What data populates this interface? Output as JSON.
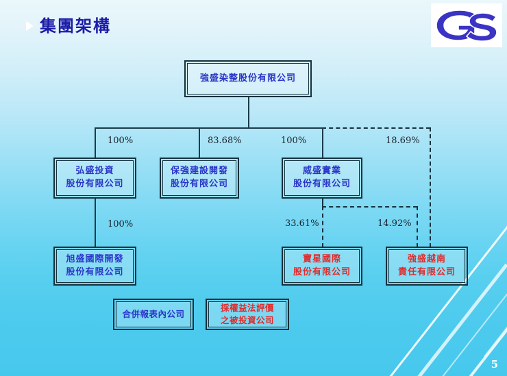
{
  "slide": {
    "title": "集團架構",
    "page_number": "5",
    "bullet_icon": "triangle-right-icon",
    "logo_icon": "gs-monogram-logo",
    "colors": {
      "title": "#1c1ca8",
      "node_blue_text": "#2a35c8",
      "node_red_text": "#e02c2c",
      "line": "#14313d",
      "background_top": "#eaf7fb",
      "background_bottom": "#46c8ed",
      "logo_mark": "#3b33c4"
    }
  },
  "nodes": {
    "parent": {
      "line1": "強盛染整股份有限公司",
      "line2": "",
      "color": "blue"
    },
    "hongsheng": {
      "line1": "弘盛投資",
      "line2": "股份有限公司",
      "color": "blue"
    },
    "baoqiang": {
      "line1": "保強建設開發",
      "line2": "股份有限公司",
      "color": "blue"
    },
    "weisheng": {
      "line1": "威盛實業",
      "line2": "股份有限公司",
      "color": "blue"
    },
    "xusheng": {
      "line1": "旭盛國際開發",
      "line2": "股份有限公司",
      "color": "blue"
    },
    "baoxing": {
      "line1": "寶星國際",
      "line2": "股份有限公司",
      "color": "red"
    },
    "qiangsheng_vn": {
      "line1": "強盛越南",
      "line2": "責任有限公司",
      "color": "red"
    }
  },
  "legend": {
    "consolidated": {
      "line1": "合併報表內公司",
      "line2": "",
      "color": "blue"
    },
    "equity_method": {
      "line1": "採權益法評價",
      "line2": "之被投資公司",
      "color": "red"
    }
  },
  "percentages": {
    "hongsheng": "100%",
    "baoqiang": "83.68%",
    "weisheng": "100%",
    "qiangsheng_vn_from_parent": "18.69%",
    "xusheng": "100%",
    "baoxing": "33.61%",
    "qiangsheng_vn_from_weisheng": "14.92%"
  },
  "chart_data": {
    "type": "diagram",
    "title": "集團架構",
    "diagram_kind": "organization-ownership-chart",
    "edges": [
      {
        "from": "強盛染整股份有限公司",
        "to": "弘盛投資股份有限公司",
        "ownership": "100%",
        "style": "solid"
      },
      {
        "from": "強盛染整股份有限公司",
        "to": "保強建設開發股份有限公司",
        "ownership": "83.68%",
        "style": "solid"
      },
      {
        "from": "強盛染整股份有限公司",
        "to": "威盛實業股份有限公司",
        "ownership": "100%",
        "style": "solid"
      },
      {
        "from": "強盛染整股份有限公司",
        "to": "強盛越南責任有限公司",
        "ownership": "18.69%",
        "style": "dashed"
      },
      {
        "from": "弘盛投資股份有限公司",
        "to": "旭盛國際開發股份有限公司",
        "ownership": "100%",
        "style": "solid"
      },
      {
        "from": "威盛實業股份有限公司",
        "to": "寶星國際股份有限公司",
        "ownership": "33.61%",
        "style": "dashed"
      },
      {
        "from": "威盛實業股份有限公司",
        "to": "強盛越南責任有限公司",
        "ownership": "14.92%",
        "style": "dashed"
      }
    ]
  }
}
